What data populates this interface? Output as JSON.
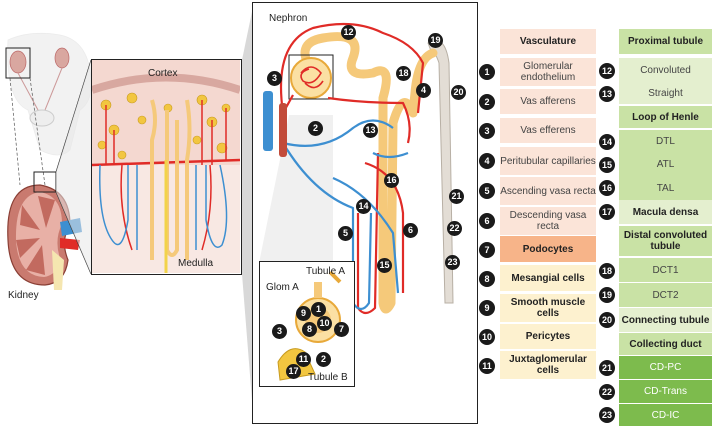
{
  "labels": {
    "kidney": "Kidney",
    "cortex": "Cortex",
    "medulla": "Medulla",
    "nephron": "Nephron",
    "tubule_a": "Tubule A",
    "glom_a": "Glom A",
    "tubule_b": "Tubule B"
  },
  "colors": {
    "artery": "#e02b27",
    "vein": "#3d8fd1",
    "tubule": "#f5c97a",
    "cortex_bg": "#f4d8d0",
    "medulla_bg": "#f8e8e3"
  },
  "diagram_markers": {
    "m12": "12",
    "m19": "19",
    "m3": "3",
    "m18": "18",
    "m4": "4",
    "m20": "20",
    "m2": "2",
    "m13": "13",
    "m16": "16",
    "m21": "21",
    "m14": "14",
    "m22": "22",
    "m5": "5",
    "m6": "6",
    "m15": "15",
    "m23": "23"
  },
  "inset_markers": {
    "i9": "9",
    "i1": "1",
    "i10": "10",
    "i8": "8",
    "i7": "7",
    "i3": "3",
    "i11": "11",
    "i2": "2",
    "i17": "17"
  },
  "legend_left": [
    {
      "header": "Vasculature"
    },
    {
      "num": "1",
      "text": "Glomerular endothelium"
    },
    {
      "num": "2",
      "text": "Vas afferens"
    },
    {
      "num": "3",
      "text": "Vas efferens"
    },
    {
      "num": "4",
      "text": "Peritubular capillaries"
    },
    {
      "num": "5",
      "text": "Ascending vasa recta"
    },
    {
      "num": "6",
      "text": "Descending vasa recta"
    },
    {
      "num": "7",
      "text": "Podocytes"
    },
    {
      "num": "8",
      "text": "Mesangial cells"
    },
    {
      "num": "9",
      "text": "Smooth muscle cells"
    },
    {
      "num": "10",
      "text": "Pericytes"
    },
    {
      "num": "11",
      "text": "Juxtaglomerular cells"
    }
  ],
  "legend_right": [
    {
      "header": "Proximal tubule"
    },
    {
      "num": "12",
      "text": "Convoluted"
    },
    {
      "num": "13",
      "text": "Straight"
    },
    {
      "header": "Loop of Henle"
    },
    {
      "num": "14",
      "text": "DTL"
    },
    {
      "num": "15",
      "text": "ATL"
    },
    {
      "num": "16",
      "text": "TAL"
    },
    {
      "num": "17",
      "text": "Macula densa"
    },
    {
      "header": "Distal convoluted tubule"
    },
    {
      "num": "18",
      "text": "DCT1"
    },
    {
      "num": "19",
      "text": "DCT2"
    },
    {
      "num": "20",
      "text": "Connecting tubule"
    },
    {
      "header": "Collecting duct"
    },
    {
      "num": "21",
      "text": "CD-PC"
    },
    {
      "num": "22",
      "text": "CD-Trans"
    },
    {
      "num": "23",
      "text": "CD-IC"
    }
  ]
}
